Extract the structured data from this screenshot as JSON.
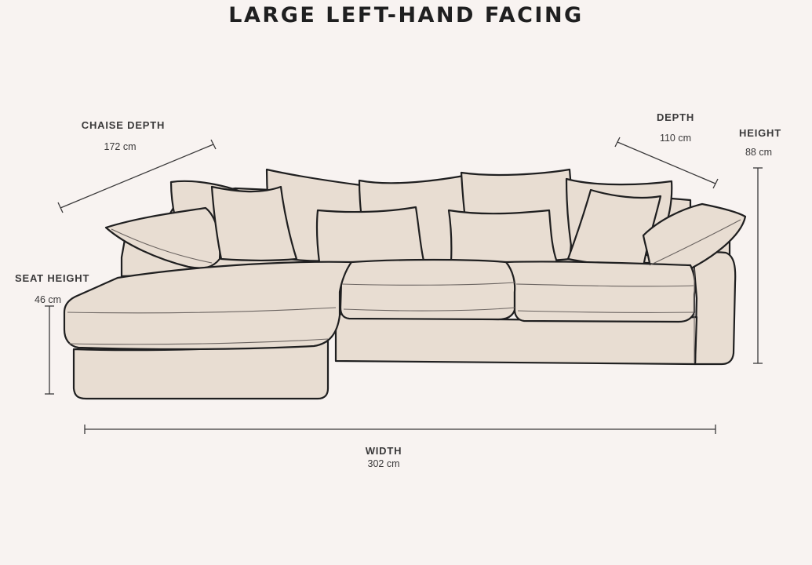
{
  "title": "LARGE LEFT-HAND FACING",
  "dimensions": {
    "chaise_depth": {
      "label": "CHAISE DEPTH",
      "value": "172 cm"
    },
    "depth": {
      "label": "DEPTH",
      "value": "110 cm"
    },
    "height": {
      "label": "HEIGHT",
      "value": "88 cm"
    },
    "seat_height": {
      "label": "SEAT HEIGHT",
      "value": "46 cm"
    },
    "width": {
      "label": "WIDTH",
      "value": "302 cm"
    }
  },
  "colors": {
    "background": "#f8f3f1",
    "sofa_fill": "#e8ddd2",
    "outline": "#1f1f20",
    "measure_line": "#3a393a"
  }
}
